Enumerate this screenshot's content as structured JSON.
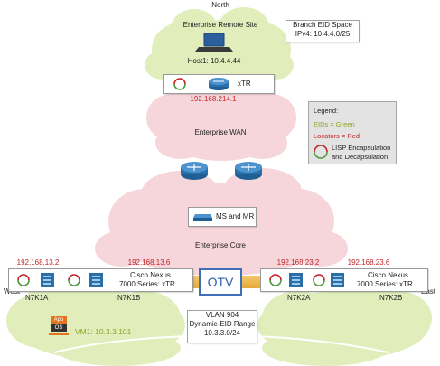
{
  "directions": {
    "north": "North",
    "west": "West",
    "east": "East"
  },
  "remote_site": {
    "title": "Enterprise Remote Site",
    "host": "Host1: 10.4.4.44",
    "xtr_label": "xTR",
    "locator_ip": "192.168.214.1"
  },
  "branch_callout": {
    "line1": "Branch EID Space",
    "line2": "IPv4: 10.4.4.0/25"
  },
  "wan": {
    "label": "Enterprise WAN"
  },
  "legend": {
    "title": "Legend:",
    "eids": "EIDs = Green",
    "locators": "Locators = Red",
    "lisp_line1": "LISP Encapsulation",
    "lisp_line2": "and Decapsulation"
  },
  "core": {
    "label": "Enterprise Core",
    "ms_mr_label": "MS and MR",
    "west_ips": [
      "192.168.13.2",
      "192.168.13.6"
    ],
    "east_ips": [
      "192.168.23.2",
      "192.168.23.6"
    ]
  },
  "west_dc": {
    "nexus_line1": "Cisco Nexus",
    "nexus_line2": "7000 Series: xTR",
    "switch_a": "N7K1A",
    "switch_b": "N7K1B",
    "vm_label": "VM1: 10.3.3.101",
    "app_label": "App",
    "os_label": "OS"
  },
  "east_dc": {
    "nexus_line1": "Cisco Nexus",
    "nexus_line2": "7000 Series: xTR",
    "switch_a": "N7K2A",
    "switch_b": "N7K2B"
  },
  "otv": {
    "label": "OTV"
  },
  "vlan_callout": {
    "line1": "VLAN 904",
    "line2": "Dynamic-EID Range",
    "line3": "10.3.3.0/24"
  },
  "colors": {
    "green_cloud": "#e1eebc",
    "pink_cloud": "#f6d6da",
    "locator_red": "#c0262a",
    "eid_green": "#8aa620",
    "otv_blue": "#3f6fb6",
    "router_blue": "#2a6fa8"
  }
}
